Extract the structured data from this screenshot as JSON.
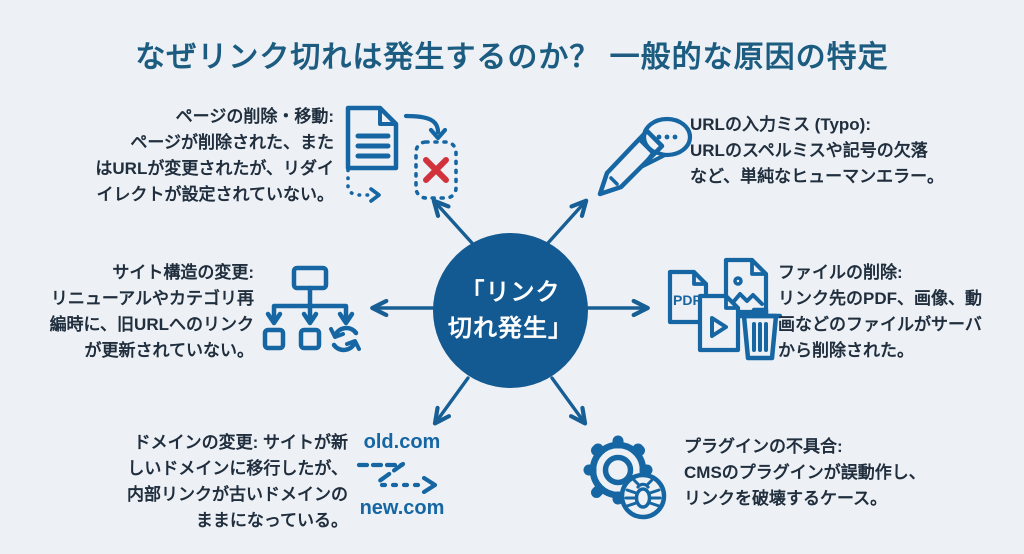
{
  "title": "なぜリンク切れは発生するのか？ 一般的な原因の特定",
  "center": {
    "line1": "「リンク",
    "line2": "切れ発生」"
  },
  "causes": [
    {
      "id": "page-deletion",
      "icon": "document-move-icon",
      "label": "ページの削除・移動:",
      "lines": [
        "ページが削除された、また",
        "はURLが変更されたが、リダイ",
        "イレクトが設定されていない。"
      ]
    },
    {
      "id": "url-typo",
      "icon": "pencil-speech-icon",
      "label": "URLの入力ミス (Typo):",
      "lines": [
        "URLのスペルミスや記号の欠落",
        "など、単純なヒューマンエラー。"
      ]
    },
    {
      "id": "site-structure-change",
      "icon": "sitemap-refresh-icon",
      "label": "サイト構造の変更:",
      "lines": [
        "リニューアルやカテゴリ再",
        "編時に、旧URLへのリンク",
        "が更新されていない。"
      ]
    },
    {
      "id": "file-deletion",
      "icon": "files-trash-icon",
      "label": "ファイルの削除:",
      "badge": "PDF",
      "lines": [
        "リンク先のPDF、画像、動",
        "画などのファイルがサーバ",
        "から削除された。"
      ]
    },
    {
      "id": "domain-change",
      "icon": "domain-change-icon",
      "label": "ドメインの変更:",
      "label_suffix": " サイトが新",
      "old_domain": "old.com",
      "new_domain": "new.com",
      "lines": [
        "しいドメインに移行したが、",
        "内部リンクが古いドメインの",
        "ままになっている。"
      ]
    },
    {
      "id": "plugin-malfunction",
      "icon": "gear-bug-icon",
      "label": "プラグインの不具合:",
      "lines": [
        "CMSのプラグインが誤動作し、",
        "リンクを破壊するケース。"
      ]
    }
  ],
  "colors": {
    "background": "#edf1f5",
    "title": "#1b5c80",
    "text": "#202e3e",
    "icon": "#1566a3",
    "arrow": "#175e94",
    "center_circle": "#145a92",
    "error": "#d2323c"
  }
}
